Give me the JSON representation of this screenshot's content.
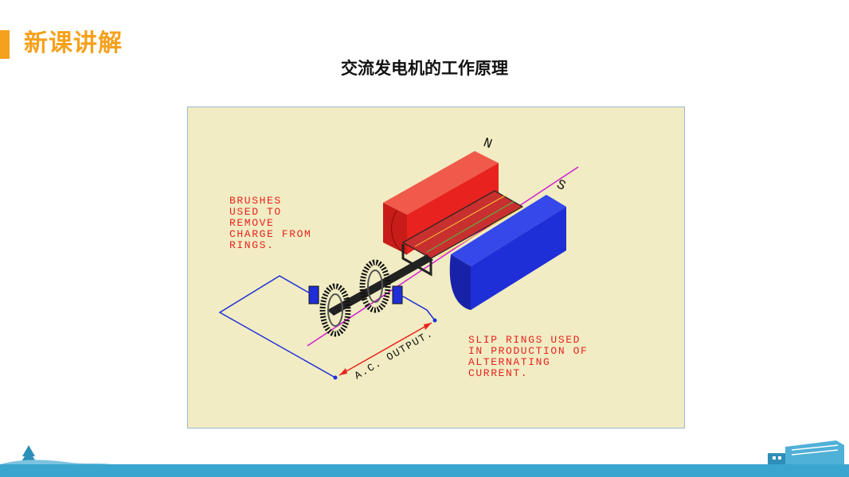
{
  "header": {
    "section_title": "新课讲解",
    "slide_title": "交流发电机的工作原理"
  },
  "figure": {
    "label_north": "N",
    "label_south": "S",
    "brushes_label": [
      "BRUSHES",
      "USED TO",
      "REMOVE",
      "CHARGE FROM",
      "RINGS."
    ],
    "slip_rings_label": [
      "SLIP RINGS USED",
      "IN PRODUCTION OF",
      "ALTERNATING",
      "CURRENT."
    ],
    "output_label": "A.C. OUTPUT."
  },
  "colors": {
    "accent": "#f5a11c",
    "figure_background": "#f1ecc3",
    "magnet_north": "#e8231f",
    "magnet_south": "#1f2fd8",
    "label_red": "#e8231f",
    "circuit_blue": "#1f2fd8",
    "footer_band": "#3aa6cf"
  }
}
